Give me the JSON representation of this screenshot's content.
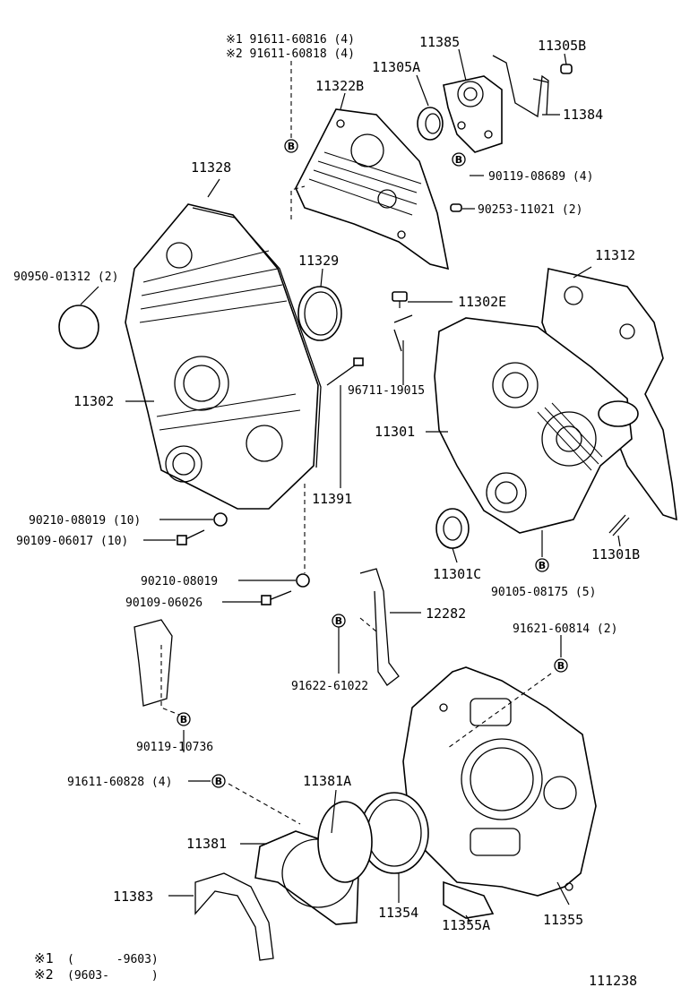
{
  "labels": {
    "p11385": "11385",
    "p11305b": "11305B",
    "p11305a": "11305A",
    "p11322b": "11322B",
    "p11384": "11384",
    "p90119_08689": "90119-08689 (4)",
    "p90253_11021": "90253-11021 (2)",
    "p11328": "11328",
    "p90950_01312": "90950-01312 (2)",
    "p11329": "11329",
    "p11312": "11312",
    "p11302e": "11302E",
    "p96711_19015": "96711-19015",
    "p11302": "11302",
    "p11301": "11301",
    "p11391": "11391",
    "p90210_08019_10": "90210-08019 (10)",
    "p90109_06017": "90109-06017 (10)",
    "p11301b": "11301B",
    "p11301c": "11301C",
    "p90105_08175": "90105-08175 (5)",
    "p90210_08019": "90210-08019",
    "p90109_06026": "90109-06026",
    "p12282": "12282",
    "p91621_60814": "91621-60814 (2)",
    "p91622_61022": "91622-61022",
    "p90119_10736": "90119-10736",
    "p91611_60828": "91611-60828 (4)",
    "p11381a": "11381A",
    "p11381": "11381",
    "p11383": "11383",
    "p11354": "11354",
    "p11355": "11355",
    "p11355a": "11355A"
  },
  "variants": {
    "v1_label": "※1 91611-60816 (4)",
    "v2_label": "※2 91611-60818 (4)"
  },
  "legend": {
    "row1_mark": "※1",
    "row1_range": "(      -9603)",
    "row2_mark": "※2",
    "row2_range": "(9603-      )"
  },
  "ref_mark": "B",
  "diagram_id": "111238"
}
